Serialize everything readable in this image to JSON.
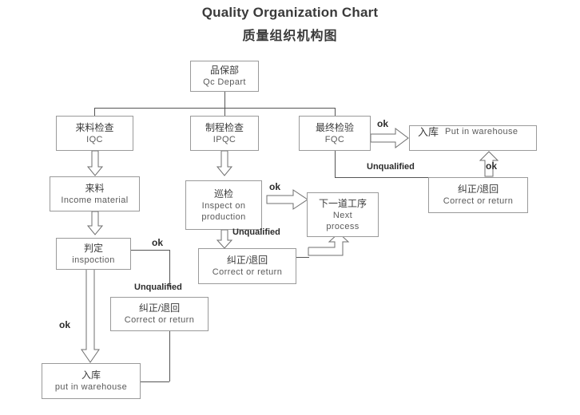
{
  "title": {
    "english": "Quality Organization Chart",
    "chinese": "质量组织机构图"
  },
  "nodes": {
    "qc_depart": {
      "cn": "品保部",
      "en": "Qc  Depart"
    },
    "iqc": {
      "cn": "来料检查",
      "en": "IQC"
    },
    "ipqc": {
      "cn": "制程检查",
      "en": "IPQC"
    },
    "fqc": {
      "cn": "最终检验",
      "en": "FQC"
    },
    "warehouse_top": {
      "cn": "入库",
      "en": "Put in warehouse"
    },
    "income_material": {
      "cn": "来料",
      "en": "Income  material"
    },
    "inspect_prod_cn": "巡检",
    "inspect_prod_en1": "Inspect  on",
    "inspect_prod_en2": "production",
    "next_process_cn": "下一道工序",
    "next_process_en1": "Next",
    "next_process_en2": "process",
    "correct_right": {
      "cn": "纠正/退回",
      "en": "Correct  or  return"
    },
    "inspoction": {
      "cn": "判定",
      "en": "inspoction"
    },
    "correct_mid": {
      "cn": "纠正/退回",
      "en": "Correct  or  return"
    },
    "correct_left": {
      "cn": "纠正/退回",
      "en": "Correct  or  return"
    },
    "warehouse_bottom": {
      "cn": "入库",
      "en": "put  in  warehouse"
    }
  },
  "labels": {
    "ok_fqc_warehouse": "ok",
    "ok_correct_right": "ok",
    "ok_inspect_next": "ok",
    "ok_inspoction": "ok",
    "ok_bottom": "ok",
    "unqualified_fqc": "Unqualified",
    "unqualified_patrol": "Unqualified",
    "unqualified_judge": "Unqualified"
  },
  "colors": {
    "box_border": "#9a9a9a",
    "line": "#555555",
    "text_cn": "#3a3a3a",
    "text_en": "#5a5a5a",
    "label": "#2b2b2b",
    "background": "#ffffff"
  }
}
